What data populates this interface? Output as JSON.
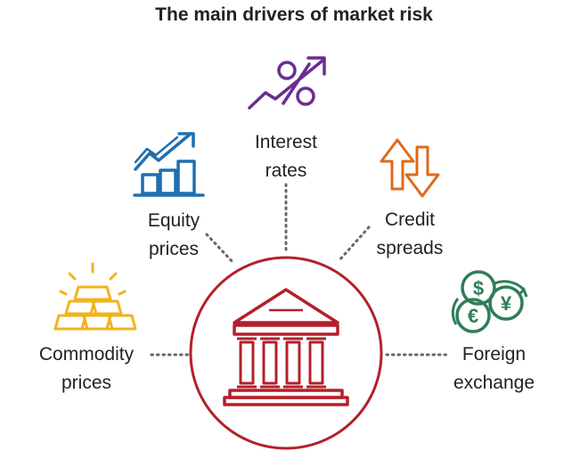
{
  "title": "The main drivers of market risk",
  "center": {
    "icon": "bank-building-icon",
    "color": "#b3202b"
  },
  "drivers": [
    {
      "id": "interest-rates",
      "icon": "percent-arrow-icon",
      "color": "#6a2c91",
      "lines": [
        "Interest",
        "rates"
      ]
    },
    {
      "id": "equity-prices",
      "icon": "bar-chart-growth-icon",
      "color": "#1f6fb2",
      "lines": [
        "Equity",
        "prices"
      ]
    },
    {
      "id": "credit-spreads",
      "icon": "exchange-arrows-icon",
      "color": "#e06a1b",
      "lines": [
        "Credit",
        "spreads"
      ]
    },
    {
      "id": "commodity-prices",
      "icon": "gold-bars-icon",
      "color": "#f2b31c",
      "lines": [
        "Commodity",
        "prices"
      ]
    },
    {
      "id": "foreign-exchange",
      "icon": "currency-coins-icon",
      "color": "#2f7d57",
      "lines": [
        "Foreign",
        "exchange"
      ]
    }
  ]
}
